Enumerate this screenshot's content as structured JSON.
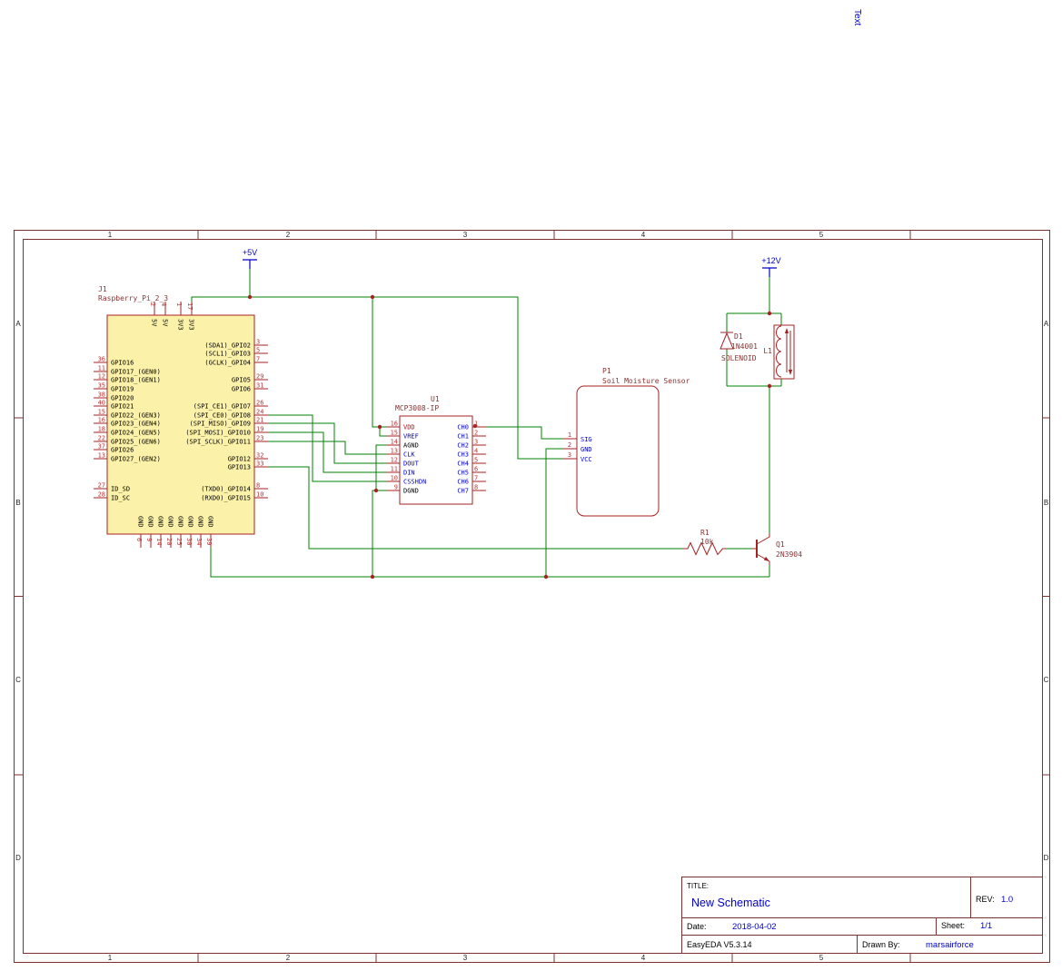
{
  "canvas": {
    "stray_text": "Text"
  },
  "frame": {
    "columns": [
      "1",
      "2",
      "3",
      "4",
      "5"
    ],
    "rows": [
      "A",
      "B",
      "C",
      "D"
    ]
  },
  "power": {
    "p5v": "+5V",
    "p12v": "+12V"
  },
  "components": {
    "j1": {
      "ref": "J1",
      "value": "Raspberry_Pi_2_3",
      "left_pins": [
        {
          "num": "36",
          "name": "GPIO16"
        },
        {
          "num": "11",
          "name": "GPIO17_(GEN0)"
        },
        {
          "num": "12",
          "name": "GPIO18_(GEN1)"
        },
        {
          "num": "35",
          "name": "GPIO19"
        },
        {
          "num": "38",
          "name": "GPIO20"
        },
        {
          "num": "40",
          "name": "GPIO21"
        },
        {
          "num": "15",
          "name": "GPIO22_(GEN3)"
        },
        {
          "num": "16",
          "name": "GPIO23_(GEN4)"
        },
        {
          "num": "18",
          "name": "GPIO24_(GEN5)"
        },
        {
          "num": "22",
          "name": "GPIO25_(GEN6)"
        },
        {
          "num": "37",
          "name": "GPIO26"
        },
        {
          "num": "13",
          "name": "GPIO27_(GEN2)"
        },
        {
          "num": "27",
          "name": "ID_SD"
        },
        {
          "num": "28",
          "name": "ID_SC"
        }
      ],
      "right_pins": [
        {
          "num": "3",
          "name": "(SDA1)_GPIO2"
        },
        {
          "num": "5",
          "name": "(SCL1)_GPIO3"
        },
        {
          "num": "7",
          "name": "(GCLK)_GPIO4"
        },
        {
          "num": "29",
          "name": "GPIO5"
        },
        {
          "num": "31",
          "name": "GPIO6"
        },
        {
          "num": "26",
          "name": "(SPI_CE1)_GPIO7"
        },
        {
          "num": "24",
          "name": "(SPI_CE0)_GPIO8"
        },
        {
          "num": "21",
          "name": "(SPI_MISO)_GPIO9"
        },
        {
          "num": "19",
          "name": "(SPI_MOSI)_GPIO10"
        },
        {
          "num": "23",
          "name": "(SPI_SCLK)_GPIO11"
        },
        {
          "num": "32",
          "name": "GPIO12"
        },
        {
          "num": "33",
          "name": "GPIO13"
        },
        {
          "num": "8",
          "name": "(TXD0)_GPIO14"
        },
        {
          "num": "10",
          "name": "(RXD0)_GPIO15"
        }
      ],
      "top_pins": [
        {
          "num": "2",
          "name": "5V"
        },
        {
          "num": "4",
          "name": "5V"
        },
        {
          "num": "1",
          "name": "3V3"
        },
        {
          "num": "17",
          "name": "3V3"
        }
      ],
      "bottom_pins": [
        {
          "num": "6",
          "name": "GND"
        },
        {
          "num": "9",
          "name": "GND"
        },
        {
          "num": "14",
          "name": "GND"
        },
        {
          "num": "20",
          "name": "GND"
        },
        {
          "num": "25",
          "name": "GND"
        },
        {
          "num": "30",
          "name": "GND"
        },
        {
          "num": "34",
          "name": "GND"
        },
        {
          "num": "39",
          "name": "GND"
        }
      ]
    },
    "u1": {
      "ref": "U1",
      "value": "MCP3008-IP",
      "left_pins": [
        {
          "num": "16",
          "name": "VDD",
          "color": "#CC0000"
        },
        {
          "num": "15",
          "name": "VREF",
          "color": "#0000CC"
        },
        {
          "num": "14",
          "name": "AGND",
          "color": "#000000"
        },
        {
          "num": "13",
          "name": "CLK",
          "color": "#0000CC"
        },
        {
          "num": "12",
          "name": "DOUT",
          "color": "#0000CC"
        },
        {
          "num": "11",
          "name": "DIN",
          "color": "#0000CC"
        },
        {
          "num": "10",
          "name": "CSSHDN",
          "color": "#0000CC"
        },
        {
          "num": "9",
          "name": "DGND",
          "color": "#000000"
        }
      ],
      "right_pins": [
        {
          "num": "1",
          "name": "CH0",
          "color": "#0000CC"
        },
        {
          "num": "2",
          "name": "CH1",
          "color": "#0000CC"
        },
        {
          "num": "3",
          "name": "CH2",
          "color": "#0000CC"
        },
        {
          "num": "4",
          "name": "CH3",
          "color": "#0000CC"
        },
        {
          "num": "5",
          "name": "CH4",
          "color": "#0000CC"
        },
        {
          "num": "6",
          "name": "CH5",
          "color": "#0000CC"
        },
        {
          "num": "7",
          "name": "CH6",
          "color": "#0000CC"
        },
        {
          "num": "8",
          "name": "CH7",
          "color": "#0000CC"
        }
      ]
    },
    "p1": {
      "ref": "P1",
      "value": "Soil Moisture Sensor",
      "pins": [
        {
          "num": "1",
          "name": "SIG"
        },
        {
          "num": "2",
          "name": "GND"
        },
        {
          "num": "3",
          "name": "VCC"
        }
      ]
    },
    "r1": {
      "ref": "R1",
      "value": "10k"
    },
    "q1": {
      "ref": "Q1",
      "value": "2N3904"
    },
    "d1": {
      "ref": "D1",
      "value": "1N4001"
    },
    "l1": {
      "ref": "L1",
      "value": "SOLENOID"
    }
  },
  "title_block": {
    "title_label": "TITLE:",
    "title": "New Schematic",
    "rev_label": "REV:",
    "rev": "1.0",
    "date_label": "Date:",
    "date": "2018-04-02",
    "sheet_label": "Sheet:",
    "sheet": "1/1",
    "software": "EasyEDA V5.3.14",
    "drawn_by_label": "Drawn By:",
    "drawn_by": "marsairforce"
  },
  "colors": {
    "wire_green": "#008000",
    "symbol_red": "#A52222",
    "reference_text": "#8B3030",
    "pin_number": "#BB3333",
    "net_blue": "#0000CC",
    "frame": "#7E2F2F",
    "component_fill": "#FBF1A9"
  }
}
